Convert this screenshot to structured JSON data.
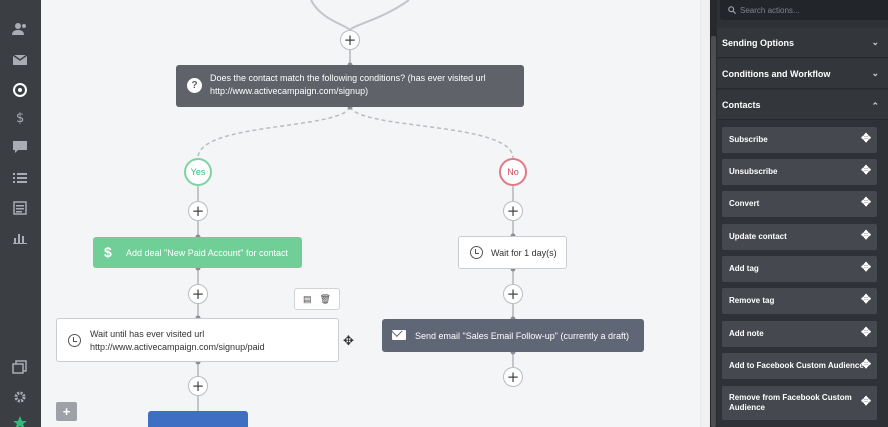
{
  "canvas": {
    "condition_text_line1": "Does the contact match the following conditions? (has ever visited url",
    "condition_text_line2": "http://www.activecampaign.com/signup)",
    "branch_yes": "Yes",
    "branch_no": "No",
    "deal_action": "Add deal \"New Paid Account\" for contact",
    "wait_action": "Wait for 1 day(s)",
    "wait_until_line1": "Wait until has ever visited url",
    "wait_until_line2": "http://www.activecampaign.com/signup/paid",
    "email_action": "Send email \"Sales Email Follow-up\" (currently a draft)",
    "plus_glyph": "+",
    "zoom_in_glyph": "+"
  },
  "panel": {
    "search_placeholder": "Search actions...",
    "sections": [
      "Sending Options",
      "Conditions and Workflow",
      "Contacts"
    ],
    "actions": [
      "Subscribe",
      "Unsubscribe",
      "Convert",
      "Update contact",
      "Add tag",
      "Remove tag",
      "Add note",
      "Add to Facebook Custom Audience",
      "Remove from Facebook Custom Audience"
    ]
  },
  "colors": {
    "sidebar": "#3b3e43",
    "yes_green": "#35b97a",
    "no_red": "#d1485a",
    "deal_green": "#6fcf97",
    "email_slate": "#5f6675"
  }
}
